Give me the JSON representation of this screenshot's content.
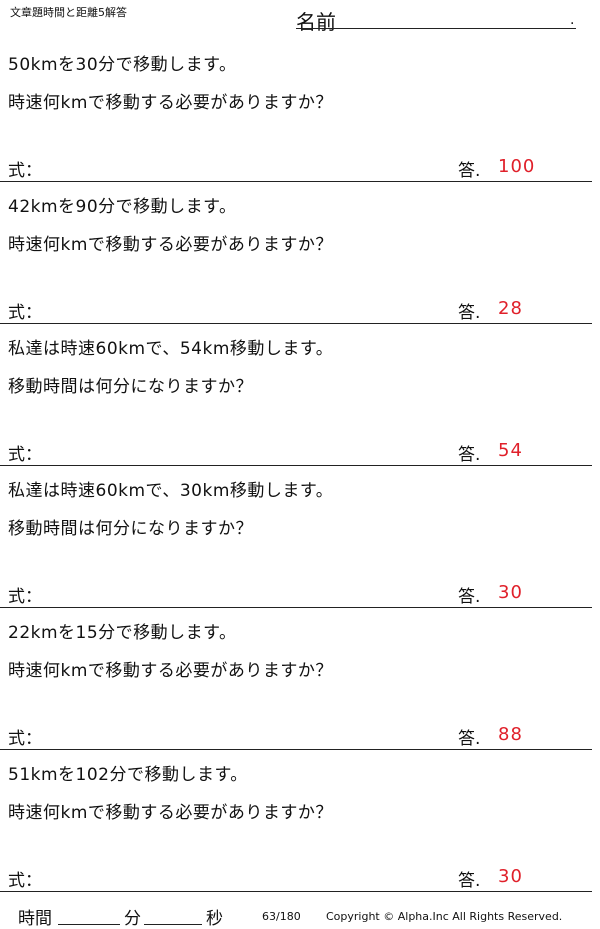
{
  "header": {
    "title": "文章題時間と距離5解答",
    "name_label": "名前",
    "name_dot": "."
  },
  "problems": [
    {
      "line1": "50kmを30分で移動します。",
      "line2": "時速何kmで移動する必要がありますか？",
      "formula_label": "式：",
      "answer_label": "答.",
      "answer": "100"
    },
    {
      "line1": "42kmを90分で移動します。",
      "line2": "時速何kmで移動する必要がありますか？",
      "formula_label": "式：",
      "answer_label": "答.",
      "answer": "28"
    },
    {
      "line1": "私達は時速60kmで、54km移動します。",
      "line2": "移動時間は何分になりますか？",
      "formula_label": "式：",
      "answer_label": "答.",
      "answer": "54"
    },
    {
      "line1": "私達は時速60kmで、30km移動します。",
      "line2": "移動時間は何分になりますか？",
      "formula_label": "式：",
      "answer_label": "答.",
      "answer": "30"
    },
    {
      "line1": "22kmを15分で移動します。",
      "line2": "時速何kmで移動する必要がありますか？",
      "formula_label": "式：",
      "answer_label": "答.",
      "answer": "88"
    },
    {
      "line1": "51kmを102分で移動します。",
      "line2": "時速何kmで移動する必要がありますか？",
      "formula_label": "式：",
      "answer_label": "答.",
      "answer": "30"
    }
  ],
  "footer": {
    "time_label": "時間",
    "minutes_label": "分",
    "seconds_label": "秒",
    "page": "63/180",
    "copyright": "Copyright © Alpha.Inc All Rights Reserved."
  },
  "colors": {
    "answer": "#e0202a"
  }
}
